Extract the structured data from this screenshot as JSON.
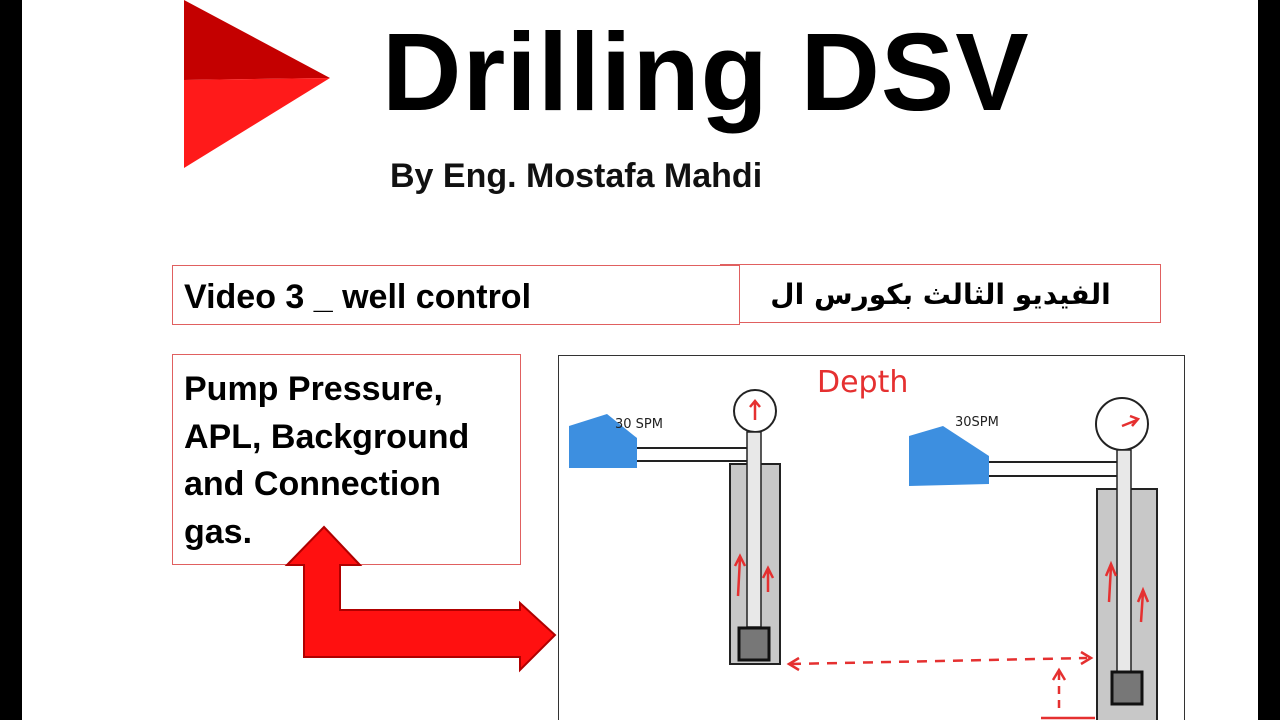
{
  "header": {
    "title": "Drilling DSV",
    "subtitle": "By Eng. Mostafa Mahdi"
  },
  "video_label": "Video 3 _ well control",
  "arabic_label": "الفيديو الثالث بكورس ال",
  "topics": {
    "line1": "Pump Pressure,",
    "line2": "APL, Background",
    "line3": "and Connection",
    "line4": "gas."
  },
  "diagram": {
    "depth_label": "Depth",
    "left_pump_label": "30 SPM",
    "right_pump_label": "30SPM"
  },
  "colors": {
    "logo_dark": "#c40000",
    "logo_light": "#ff1a1a",
    "box_border": "#e06060",
    "arrow_red": "#ff1010",
    "pump_blue": "#3d8fe0",
    "annotation_red": "#e53030"
  }
}
